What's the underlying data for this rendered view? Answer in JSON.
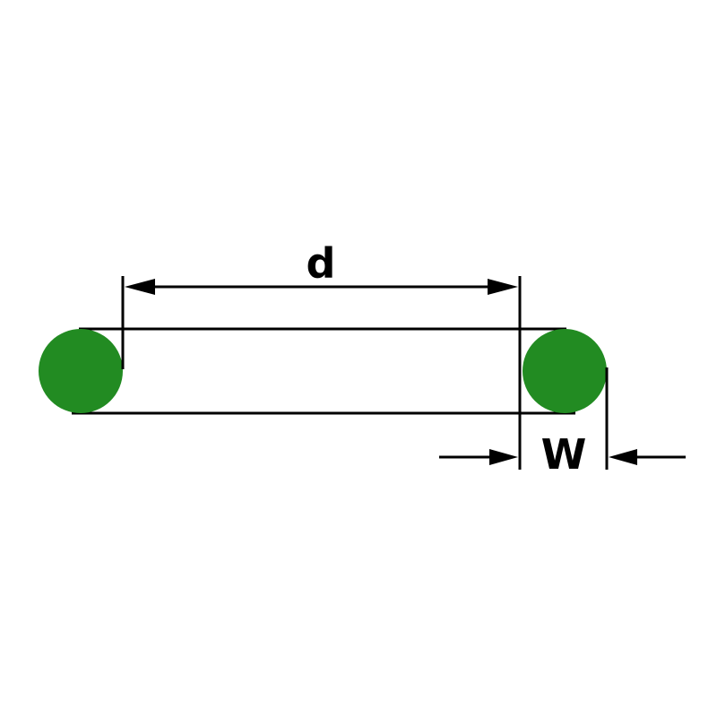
{
  "diagram": {
    "type": "o-ring-dimension-drawing",
    "labels": {
      "inner_diameter": "d",
      "cross_section_width": "W"
    },
    "colors": {
      "oring_fill": "#228B22",
      "line": "#000000",
      "background": "#ffffff"
    }
  }
}
